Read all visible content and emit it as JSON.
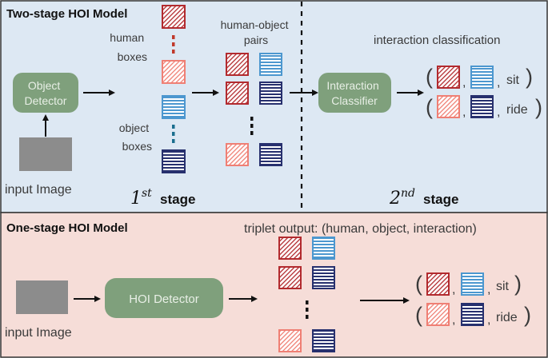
{
  "colors": {
    "top_bg": "#dde8f3",
    "bottom_bg": "#f6ddd8",
    "module_fill": "#7fa07c",
    "module_text": "#e8efe6",
    "image_gray": "#8c8c8c",
    "dark_red": "#b22a2e",
    "light_red": "#ef7f74",
    "light_blue": "#4c97cf",
    "dark_blue": "#27306e",
    "dot_red": "#c0392b",
    "dot_teal": "#1a6e8e"
  },
  "two_stage": {
    "title": "Two-stage HOI Model",
    "human_boxes_label": [
      "human",
      "boxes"
    ],
    "object_boxes_label": [
      "object",
      "boxes"
    ],
    "pairs_label": [
      "human-object",
      "pairs"
    ],
    "detector_label": [
      "Object",
      "Detector"
    ],
    "input_label": "input Image",
    "classification_label": "interaction classification",
    "classifier_label": [
      "Interaction",
      "Classifier"
    ],
    "stage1": {
      "num": "1",
      "sup": "st",
      "word": "stage"
    },
    "stage2": {
      "num": "2",
      "sup": "nd",
      "word": "stage"
    },
    "outputs": [
      "sit",
      "ride"
    ]
  },
  "one_stage": {
    "title": "One-stage HOI Model",
    "triplet_label": "triplet output: (human, object, interaction)",
    "detector_label": "HOI Detector",
    "input_label": "input Image",
    "outputs": [
      "sit",
      "ride"
    ]
  }
}
